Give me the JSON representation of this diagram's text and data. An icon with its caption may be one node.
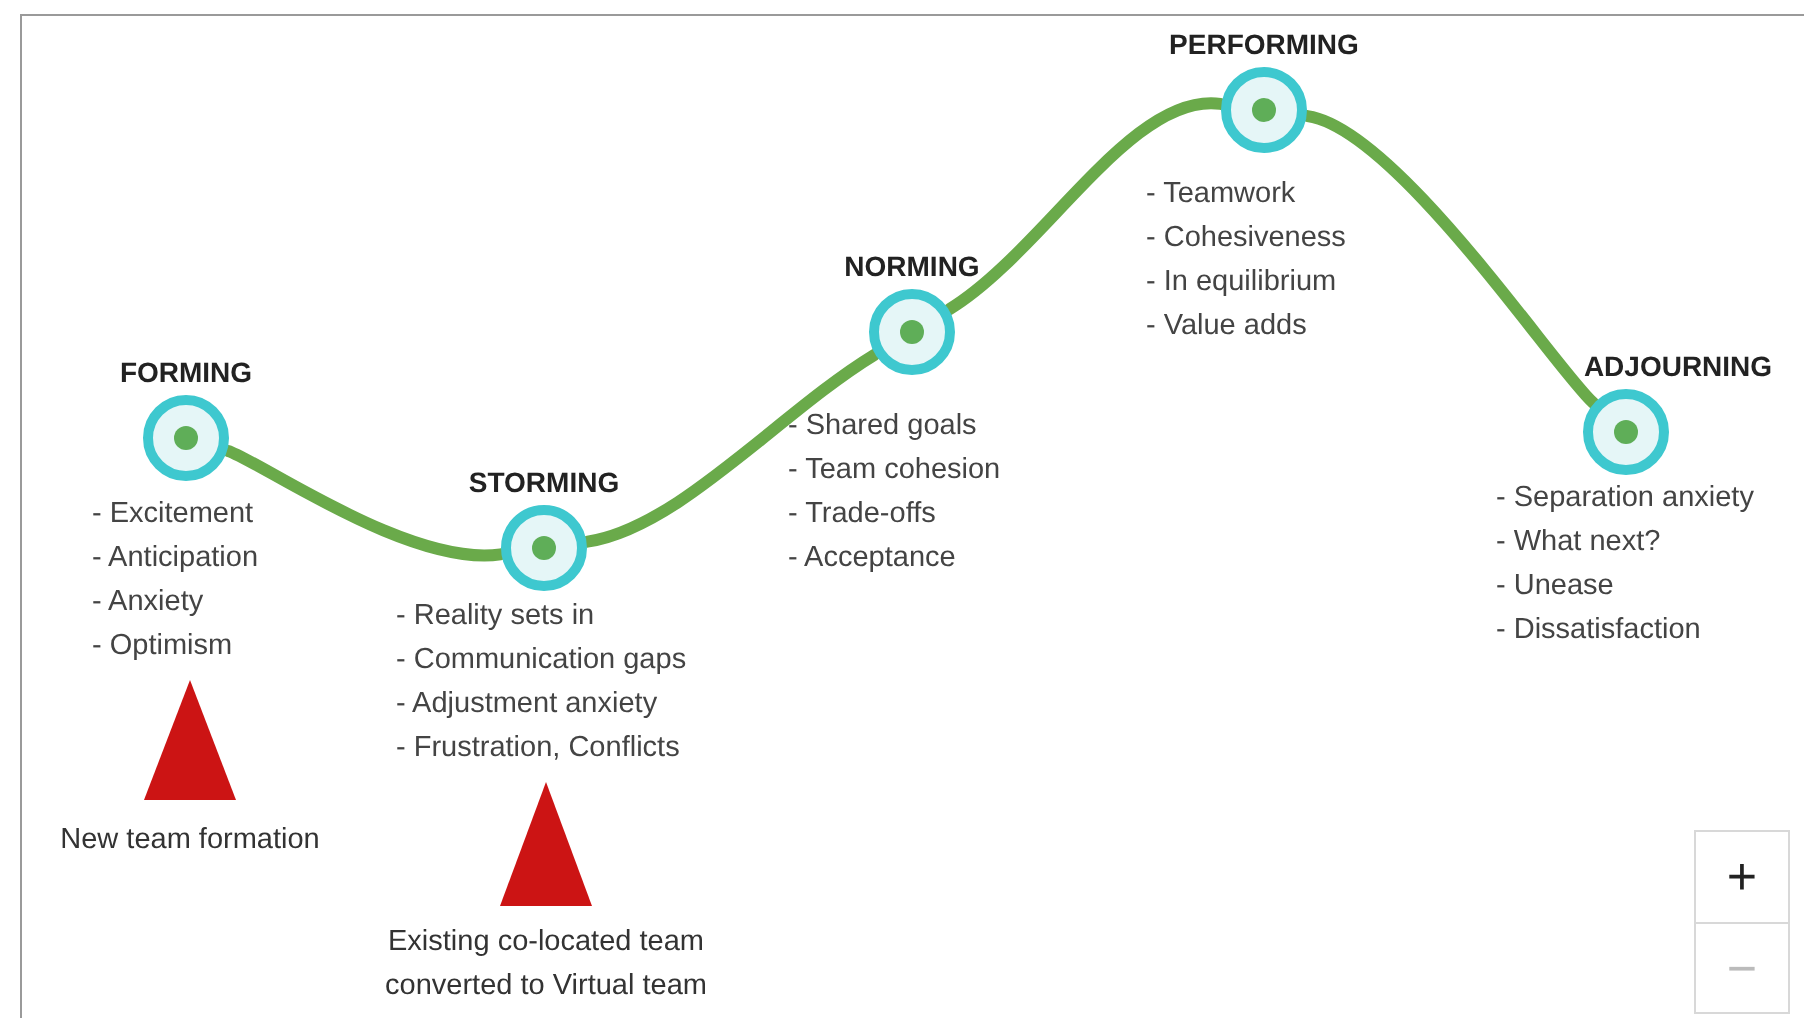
{
  "diagram": {
    "nodes": [
      {
        "text": [
          "FORMING"
        ],
        "beside": [
          "- Excitement",
          "- Anticipation",
          "- Anxiety",
          "- Optimism"
        ]
      },
      {
        "text": [
          "STORMING"
        ],
        "beside": [
          "- Reality sets in",
          "- Communication gaps",
          "- Adjustment anxiety",
          "- Frustration, Conflicts"
        ]
      },
      {
        "text": [
          "NORMING"
        ],
        "beside": [
          "- Shared goals",
          "- Team cohesion",
          "- Trade-offs",
          "- Acceptance"
        ]
      },
      {
        "text": [
          "PERFORMING"
        ],
        "beside": [
          "- Teamwork",
          "- Cohesiveness",
          "- In equilibrium",
          "- Value adds"
        ]
      },
      {
        "text": [
          "ADJOURNING"
        ],
        "beside": [
          "- Separation anxiety",
          "- What next?",
          "- Unease",
          "- Dissatisfaction"
        ]
      },
      {
        "text": [],
        "shape": "triangle",
        "beside": [
          "New team formation"
        ]
      },
      {
        "text": [],
        "shape": "triangle",
        "beside": [
          "Existing co-located team converted to Virtual team"
        ]
      }
    ],
    "edges": [
      {
        "from": 0,
        "to": 1,
        "arrow": "none"
      },
      {
        "from": 1,
        "to": 2,
        "arrow": "none"
      },
      {
        "from": 2,
        "to": 3,
        "arrow": "none"
      },
      {
        "from": 3,
        "to": 4,
        "arrow": "none"
      }
    ],
    "labels": [
      "+",
      "−"
    ]
  }
}
